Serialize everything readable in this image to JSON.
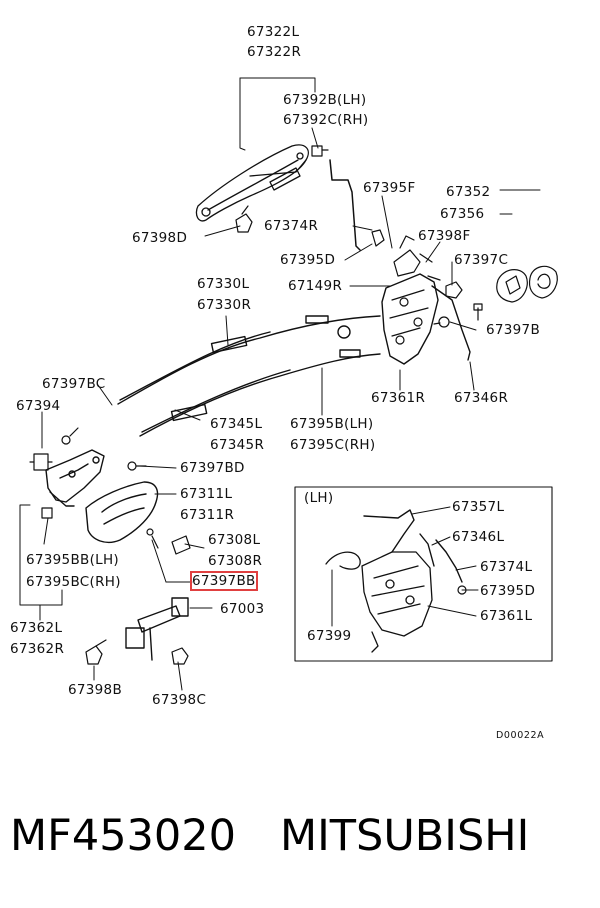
{
  "labels": {
    "l67322": [
      "67322L",
      "67322R"
    ],
    "l67392": [
      "67392B(LH)",
      "67392C(RH)"
    ],
    "l67395F": "67395F",
    "l67352": "67352",
    "l67356": "67356",
    "l67374R": "67374R",
    "l67398F": "67398F",
    "l67398D": "67398D",
    "l67395D": "67395D",
    "l67397C": "67397C",
    "l67149R": "67149R",
    "l67330": [
      "67330L",
      "67330R"
    ],
    "l67397B_top": "67397B",
    "l67397BC": "67397BC",
    "l67394": "67394",
    "l67361R": "67361R",
    "l67346R": "67346R",
    "l67345": [
      "67345L",
      "67345R"
    ],
    "l67395B": [
      "67395B(LH)",
      "67395C(RH)"
    ],
    "l67397BD": "67397BD",
    "l67311": [
      "67311L",
      "67311R"
    ],
    "l67308": [
      "67308L",
      "67308R"
    ],
    "l67395BB": [
      "67395BB(LH)",
      "67395BC(RH)"
    ],
    "l67397BB": "67397BB",
    "l67003": "67003",
    "l67362": [
      "67362L",
      "67362R"
    ],
    "l67398B": "67398B",
    "l67398C": "67398C",
    "inset_title": "(LH)",
    "inset_67357L": "67357L",
    "inset_67346L": "67346L",
    "inset_67374L": "67374L",
    "inset_67395D": "67395D",
    "inset_67361L": "67361L",
    "inset_67399": "67399",
    "code": "D00022A"
  },
  "highlight_color": "#e04040",
  "footer": {
    "part_number": "MF453020",
    "brand": "MITSUBISHI"
  }
}
